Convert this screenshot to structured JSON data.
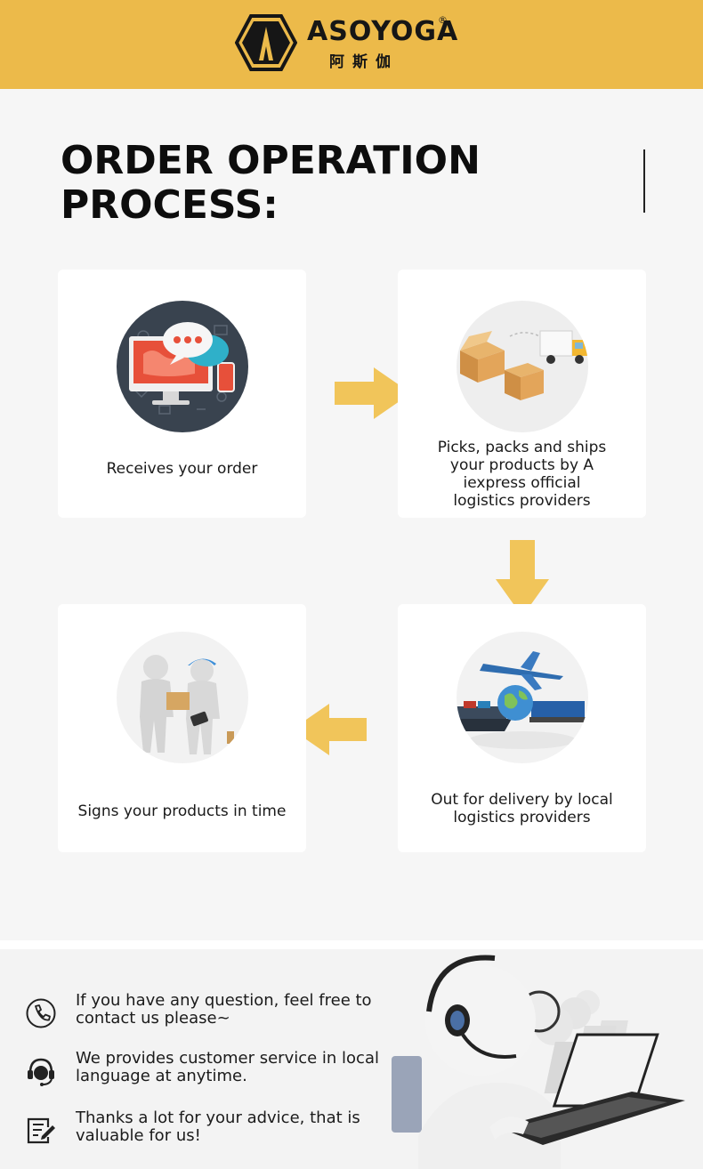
{
  "header": {
    "brand_name": "ASOYOGA",
    "brand_registered": "®",
    "brand_chinese": "阿斯伽",
    "logo_letter": "A",
    "background_color": "#ecba4a"
  },
  "section": {
    "title_line1": "ORDER OPERATION",
    "title_line2": "PROCESS:"
  },
  "steps": [
    {
      "icon": "order-screen-icon",
      "text": "Receives your order"
    },
    {
      "icon": "boxes-truck-icon",
      "text_lines": [
        "Picks, packs and ships",
        "your products by A",
        "iexpress official",
        "logistics providers"
      ]
    },
    {
      "icon": "plane-globe-ship-icon",
      "text_lines": [
        "Out for delivery by local",
        "logistics providers"
      ]
    },
    {
      "icon": "handover-package-icon",
      "text": "Signs your products in time"
    }
  ],
  "arrows": {
    "color": "#f1c55a"
  },
  "contact": {
    "items": [
      {
        "icon": "phone-icon",
        "text_lines": [
          "If you have any question, feel free to",
          "contact us please~"
        ]
      },
      {
        "icon": "headset-icon",
        "text_lines": [
          "We provides customer service in local",
          "language at anytime."
        ]
      },
      {
        "icon": "feedback-icon",
        "text_lines": [
          "Thanks a lot for your advice, that is",
          "valuable for us!"
        ]
      }
    ],
    "illustration": "customer-service-agents"
  }
}
